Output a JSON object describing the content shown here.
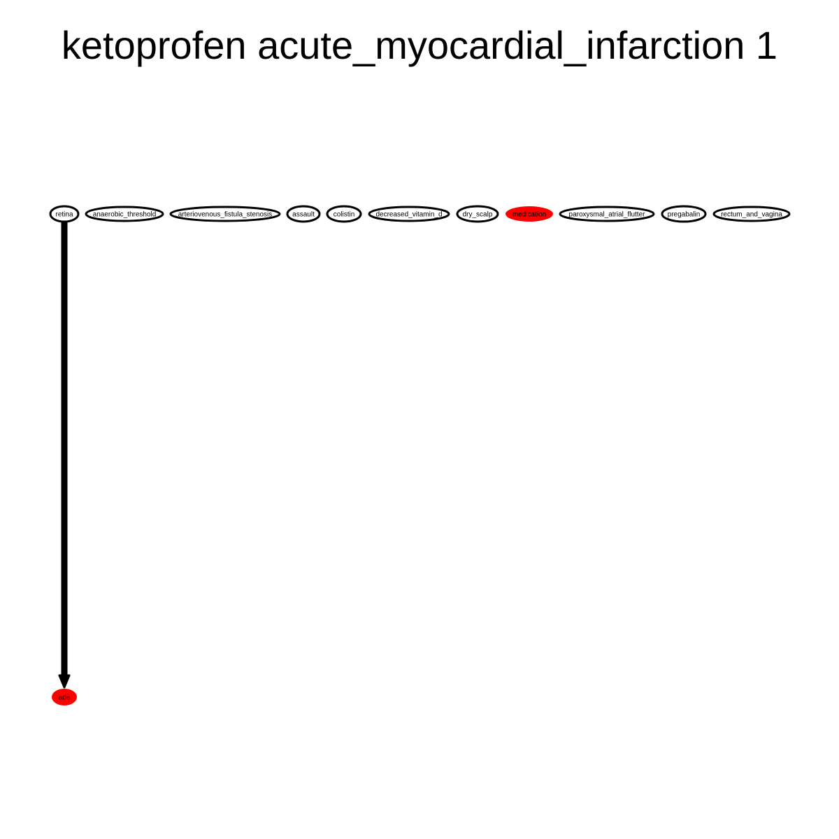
{
  "title": "ketoprofen acute_myocardial_infarction 1",
  "colors": {
    "highlight_node_fill": "#ff0000",
    "outline": "#000000",
    "edge": "#000000",
    "background": "#ffffff"
  },
  "nodes": [
    {
      "id": "retina",
      "label": "retina",
      "style": "outlined"
    },
    {
      "id": "anaerobic_threshold",
      "label": "anaerobic_threshold",
      "style": "outlined"
    },
    {
      "id": "arteriovenous_fistula_stenosis",
      "label": "arteriovenous_fistula_stenosis",
      "style": "outlined"
    },
    {
      "id": "assault",
      "label": "assault",
      "style": "outlined"
    },
    {
      "id": "colistin",
      "label": "colistin",
      "style": "outlined"
    },
    {
      "id": "decreased_vitamin_d",
      "label": "decreased_vitamin_d",
      "style": "outlined"
    },
    {
      "id": "dry_scalp",
      "label": "dry_scalp",
      "style": "outlined"
    },
    {
      "id": "medication",
      "label": "medication",
      "style": "filled"
    },
    {
      "id": "paroxysmal_atrial_flutter",
      "label": "paroxysmal_atrial_flutter",
      "style": "outlined"
    },
    {
      "id": "pregabalin",
      "label": "pregabalin",
      "style": "outlined"
    },
    {
      "id": "rectum_and_vagina",
      "label": "rectum_and_vagina",
      "style": "outlined"
    },
    {
      "id": "ade",
      "label": "ade",
      "style": "filled"
    }
  ],
  "edges": [
    {
      "from": "retina",
      "to": "ade",
      "directed": true
    }
  ]
}
